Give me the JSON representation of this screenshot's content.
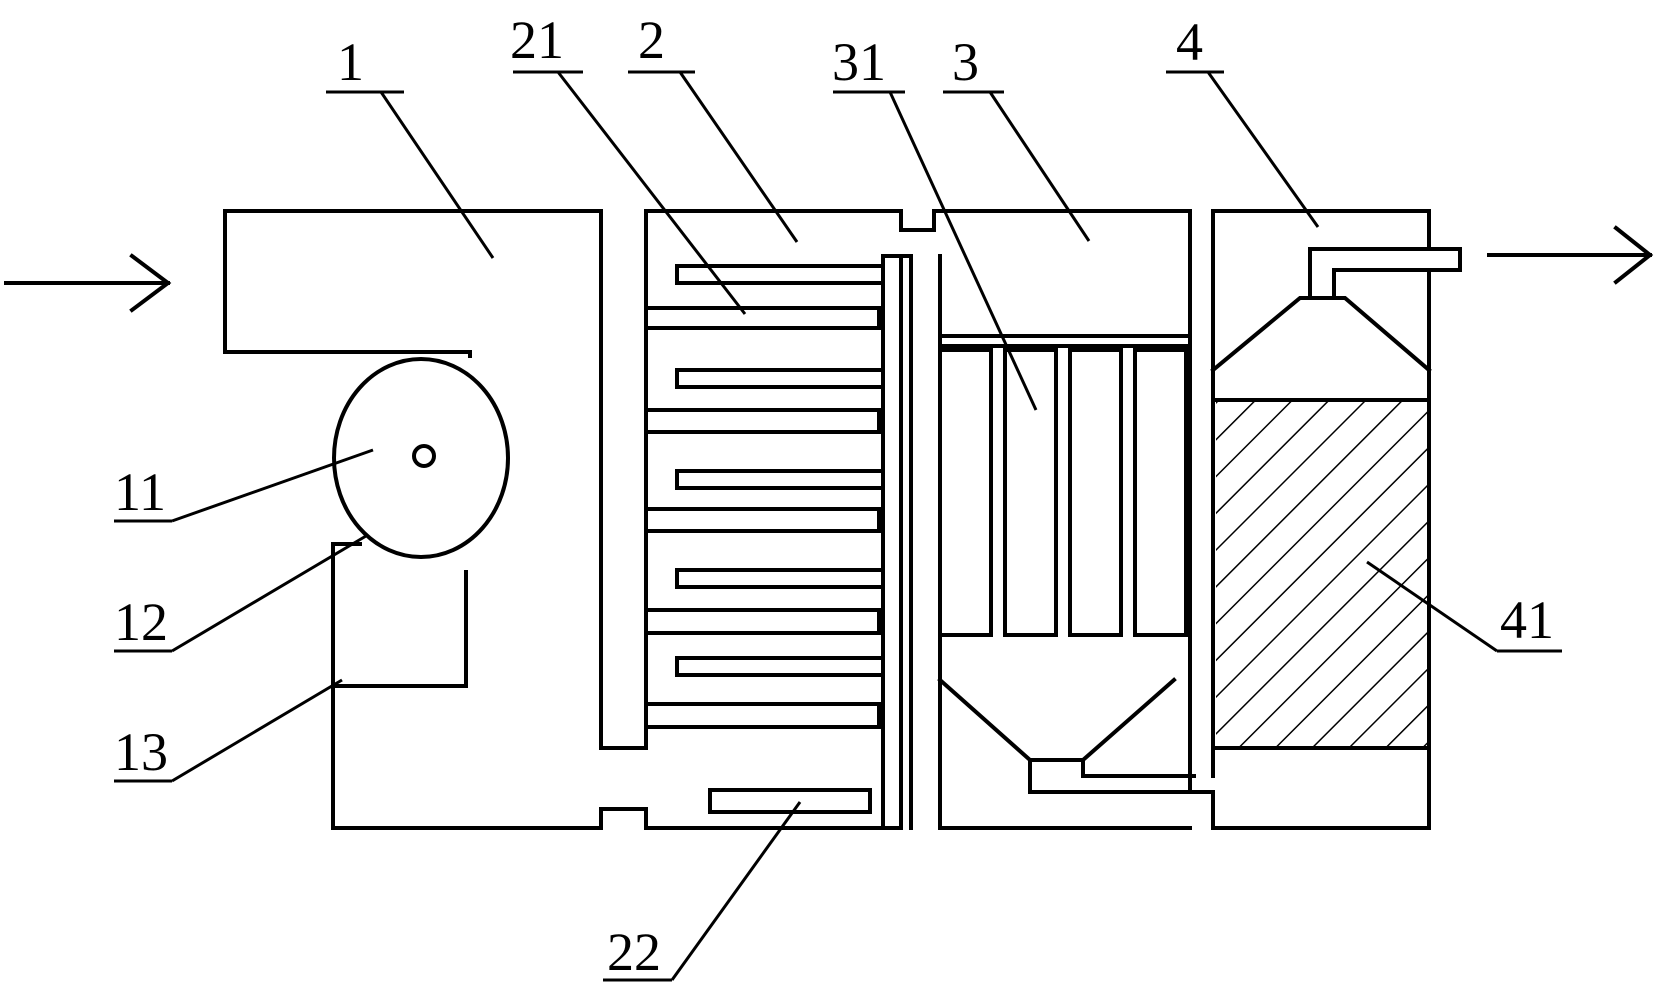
{
  "labels": {
    "l1": "1",
    "l2": "2",
    "l3": "3",
    "l4": "4",
    "l11": "11",
    "l12": "12",
    "l13": "13",
    "l21": "21",
    "l22": "22",
    "l31": "31",
    "l41": "41"
  },
  "colors": {
    "line": "#000000",
    "background": "#ffffff"
  },
  "icons": {
    "inlet": "right-arrow-icon",
    "outlet": "right-arrow-icon"
  }
}
